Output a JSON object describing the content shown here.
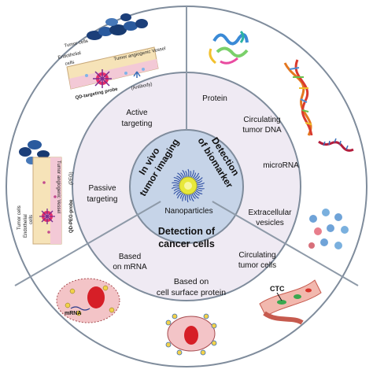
{
  "center": {
    "nanoparticles": "Nanoparticles"
  },
  "sectors": {
    "imaging": {
      "line1": "In vivo",
      "line2": "tumor imaging"
    },
    "biomarker": {
      "line1": "Detection",
      "line2": "of biomarker"
    },
    "cancer_cells": {
      "line1": "Detection of",
      "line2": "cancer cells"
    }
  },
  "ring_items": {
    "active_targeting": {
      "line1": "Active",
      "line2": "targeting"
    },
    "passive_targeting": {
      "line1": "Passive",
      "line2": "targeting"
    },
    "protein": "Protein",
    "circulating_dna": {
      "line1": "Circulating",
      "line2": "tumor DNA"
    },
    "microrna": "microRNA",
    "extracellular_vesicles": {
      "line1": "Extracellular",
      "line2": "vesicles"
    },
    "circulating_tumor_cells": {
      "line1": "Circulating",
      "line2": "tumor cells"
    },
    "based_mrna": {
      "line1": "Based",
      "line2": "on mRNA"
    },
    "based_surface": {
      "line1": "Based  on",
      "line2": "cell  surface protein"
    }
  },
  "illustrations": {
    "active": {
      "tumor_cells": "Tumor cells",
      "endothelial": "Endothelial",
      "cells": "cells",
      "vessel": "Tumor angiogenic Vessel",
      "probe": "QD-targeting probe",
      "antibody": "(Antibody)"
    },
    "passive": {
      "tumor_cells": "Tumor cells",
      "endothelial": "Endothelial",
      "cells": "cells",
      "vessel": "Tumor angiogenic Vessel",
      "probe": "QD-PEG-probe",
      "peg": "(PEG)"
    },
    "ctc_label": "CTC",
    "mrna_label": "mRNA"
  }
}
